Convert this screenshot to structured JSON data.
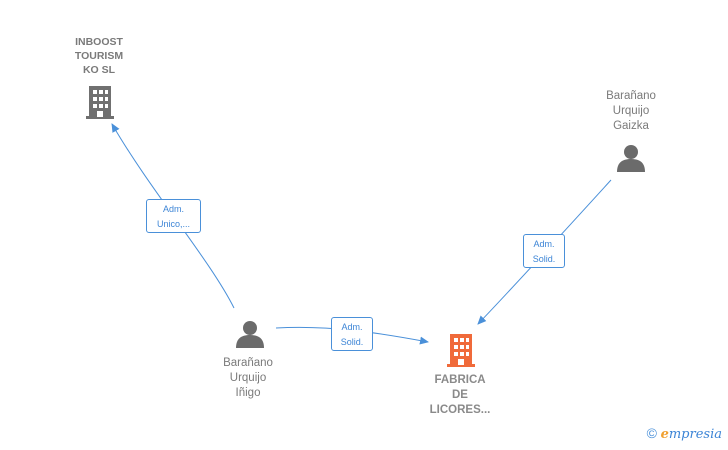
{
  "colors": {
    "edge": "#4a90d9",
    "company_icon": "#707070",
    "focus_icon": "#f06a3a",
    "person_icon": "#6b6b6b"
  },
  "nodes": {
    "inboost": {
      "lines": [
        "INBOOST",
        "TOURISM",
        "KO SL"
      ],
      "icon": "building-icon"
    },
    "fabrica": {
      "lines": [
        "FABRICA",
        "DE",
        "LICORES..."
      ],
      "icon": "building-icon"
    },
    "gaizka": {
      "lines": [
        "Barañano",
        "Urquijo",
        "Gaizka"
      ],
      "icon": "person-icon"
    },
    "inigo": {
      "lines": [
        "Barañano",
        "Urquijo",
        "Iñigo"
      ],
      "icon": "person-icon"
    }
  },
  "edges": [
    {
      "from": "inigo",
      "to": "inboost",
      "label": [
        "Adm.",
        "Unico,..."
      ]
    },
    {
      "from": "inigo",
      "to": "fabrica",
      "label": [
        "Adm.",
        "Solid."
      ]
    },
    {
      "from": "gaizka",
      "to": "fabrica",
      "label": [
        "Adm.",
        "Solid."
      ]
    }
  ],
  "watermark": {
    "symbol": "©",
    "brand_initial": "e",
    "brand_rest": "mpresia"
  }
}
